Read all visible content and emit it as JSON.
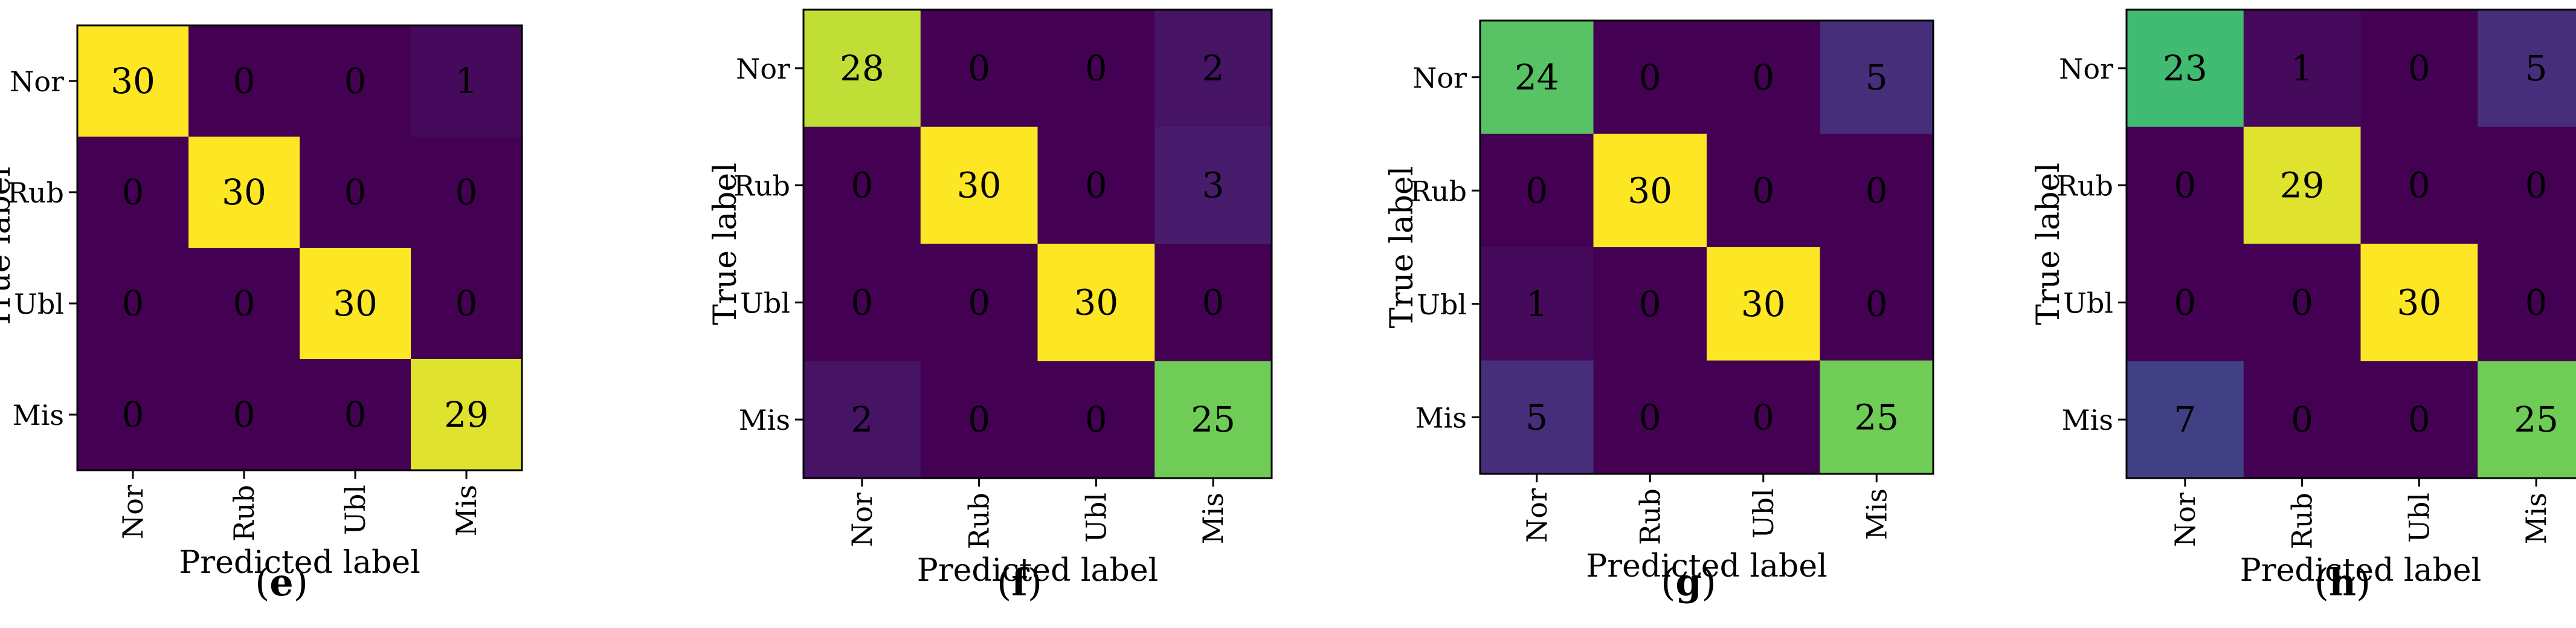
{
  "colors": {
    "background": "#ffffff",
    "axis": "#000000",
    "text_on_dark": "#000000",
    "text_on_light": "#000000",
    "viridis_low": "#440154",
    "viridis_high": "#fde725"
  },
  "chart_data": [
    {
      "type": "heatmap",
      "panel_label": "e",
      "xlabel": "Predicted label",
      "ylabel": "True label",
      "x_ticks": [
        "Nor",
        "Rub",
        "Ubl",
        "Mis"
      ],
      "y_ticks": [
        "Nor",
        "Rub",
        "Ubl",
        "Mis"
      ],
      "matrix": [
        [
          30,
          0,
          0,
          1
        ],
        [
          0,
          30,
          0,
          0
        ],
        [
          0,
          0,
          30,
          0
        ],
        [
          0,
          0,
          0,
          29
        ]
      ],
      "color_range": [
        0,
        30
      ],
      "colormap": "viridis",
      "grid": false
    },
    {
      "type": "heatmap",
      "panel_label": "f",
      "xlabel": "Predicted label",
      "ylabel": "True label",
      "x_ticks": [
        "Nor",
        "Rub",
        "Ubl",
        "Mis"
      ],
      "y_ticks": [
        "Nor",
        "Rub",
        "Ubl",
        "Mis"
      ],
      "matrix": [
        [
          28,
          0,
          0,
          2
        ],
        [
          0,
          30,
          0,
          3
        ],
        [
          0,
          0,
          30,
          0
        ],
        [
          2,
          0,
          0,
          25
        ]
      ],
      "color_range": [
        0,
        30
      ],
      "colormap": "viridis",
      "grid": false
    },
    {
      "type": "heatmap",
      "panel_label": "g",
      "xlabel": "Predicted label",
      "ylabel": "True label",
      "x_ticks": [
        "Nor",
        "Rub",
        "Ubl",
        "Mis"
      ],
      "y_ticks": [
        "Nor",
        "Rub",
        "Ubl",
        "Mis"
      ],
      "matrix": [
        [
          24,
          0,
          0,
          5
        ],
        [
          0,
          30,
          0,
          0
        ],
        [
          1,
          0,
          30,
          0
        ],
        [
          5,
          0,
          0,
          25
        ]
      ],
      "color_range": [
        0,
        30
      ],
      "colormap": "viridis",
      "grid": false
    },
    {
      "type": "heatmap",
      "panel_label": "h",
      "xlabel": "Predicted label",
      "ylabel": "True label",
      "x_ticks": [
        "Nor",
        "Rub",
        "Ubl",
        "Mis"
      ],
      "y_ticks": [
        "Nor",
        "Rub",
        "Ubl",
        "Mis"
      ],
      "matrix": [
        [
          23,
          1,
          0,
          5
        ],
        [
          0,
          29,
          0,
          0
        ],
        [
          0,
          0,
          30,
          0
        ],
        [
          7,
          0,
          0,
          25
        ]
      ],
      "color_range": [
        0,
        30
      ],
      "colormap": "viridis",
      "grid": false
    }
  ]
}
